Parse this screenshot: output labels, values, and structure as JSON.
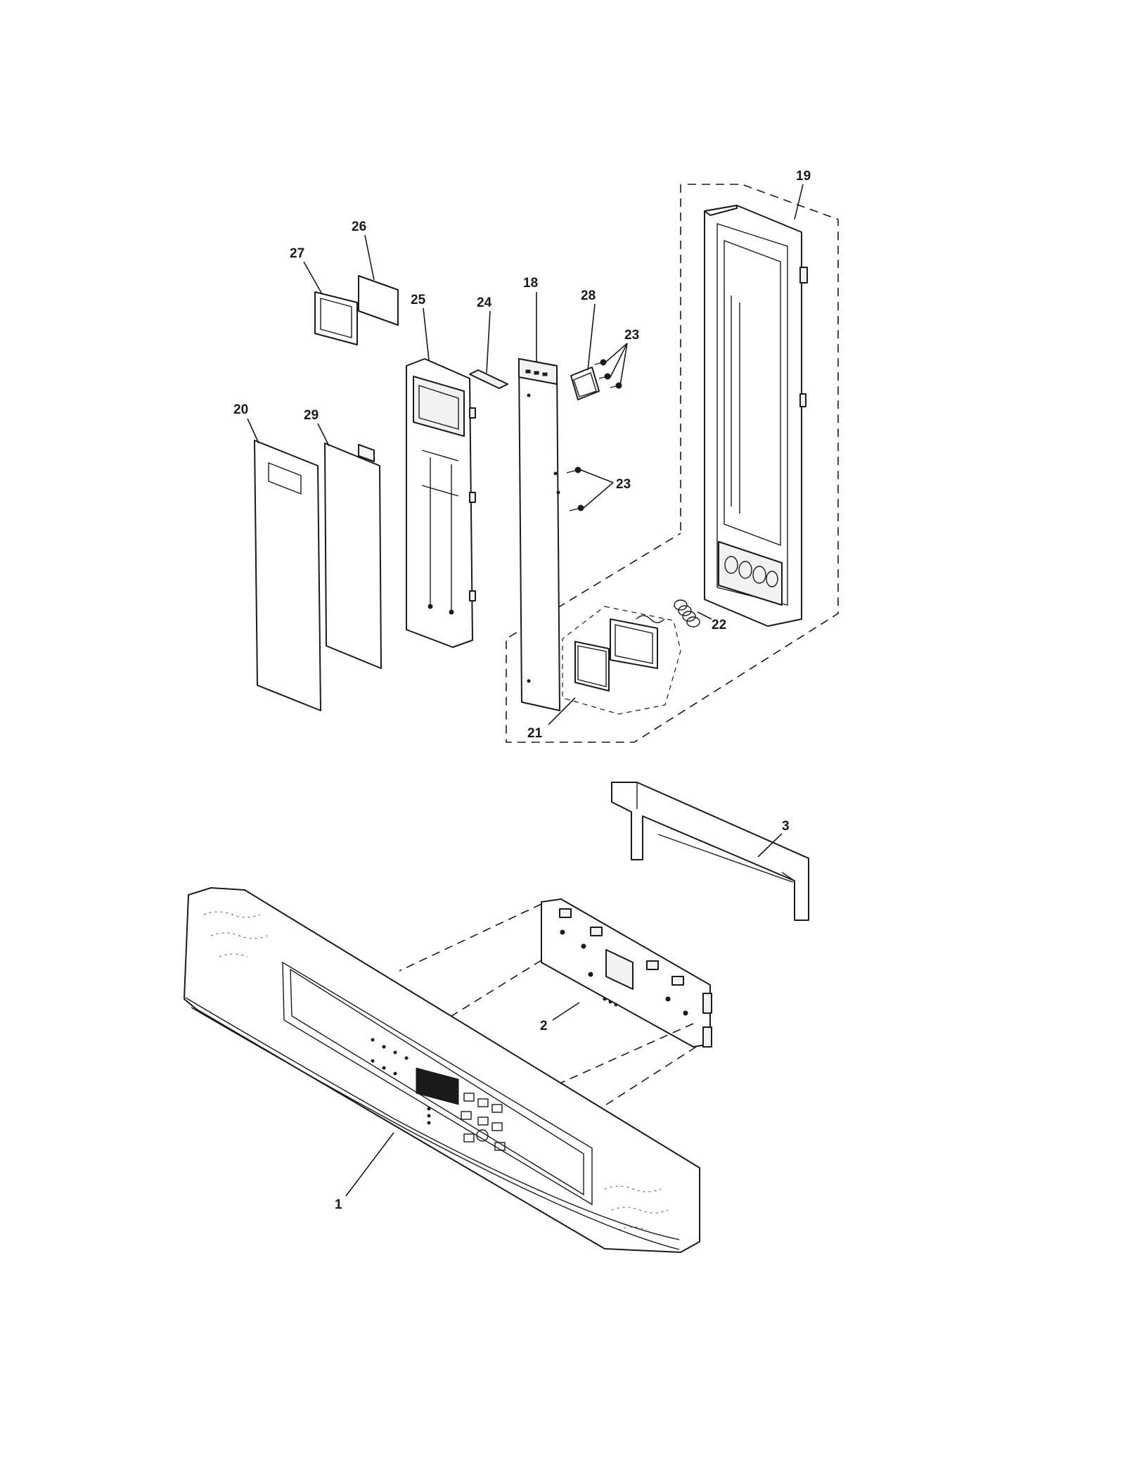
{
  "callouts": {
    "c1": "1",
    "c2": "2",
    "c3": "3",
    "c18": "18",
    "c19": "19",
    "c20": "20",
    "c21": "21",
    "c22": "22",
    "c23a": "23",
    "c23b": "23",
    "c24": "24",
    "c25": "25",
    "c26": "26",
    "c27": "27",
    "c28": "28",
    "c29": "29"
  }
}
